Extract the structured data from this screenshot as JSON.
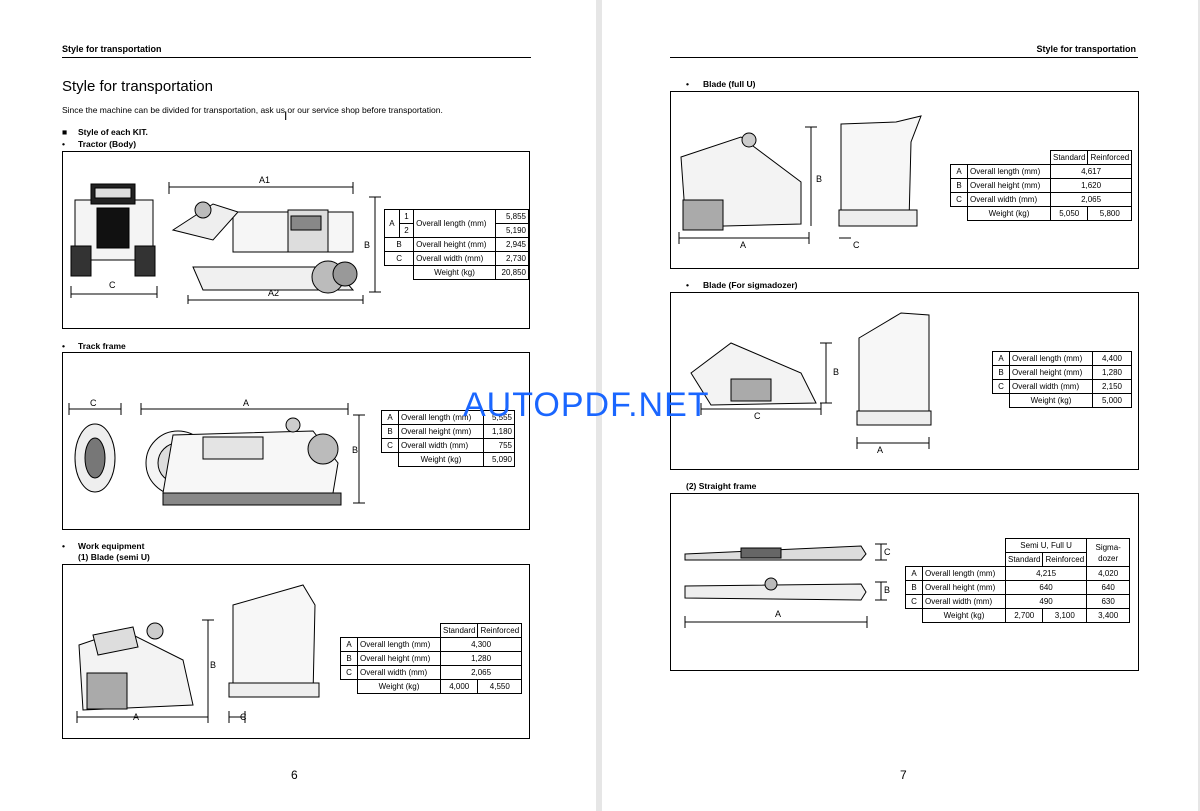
{
  "left_page": {
    "header": "Style for transportation",
    "title": "Style for transportation",
    "intro": "Since the machine can be divided for transportation, ask us or our service shop before transportation.",
    "kit_heading": "Style of each KIT.",
    "bullet": "•",
    "square_bullet": "■",
    "page_number": "6",
    "tractor": {
      "label": "Tractor (Body)",
      "dims": {
        "A1": "A1",
        "A2": "A2",
        "B": "B",
        "C": "C"
      },
      "rows": {
        "a_key": "A",
        "a1": "1",
        "a2": "2",
        "length_label": "Overall length (mm)",
        "a1_val": "5,855",
        "a2_val": "5,190",
        "b_key": "B",
        "height_label": "Overall height (mm)",
        "b_val": "2,945",
        "c_key": "C",
        "width_label": "Overall width (mm)",
        "c_val": "2,730",
        "weight_label": "Weight (kg)",
        "weight_val": "20,850"
      }
    },
    "track_frame": {
      "label": "Track frame",
      "dims": {
        "A": "A",
        "B": "B",
        "C": "C"
      },
      "rows": {
        "a_key": "A",
        "length_label": "Overall length (mm)",
        "a_val": "5,555",
        "b_key": "B",
        "height_label": "Overall height (mm)",
        "b_val": "1,180",
        "c_key": "C",
        "width_label": "Overall width (mm)",
        "c_val": "755",
        "weight_label": "Weight (kg)",
        "weight_val": "5,090"
      }
    },
    "work_equipment": {
      "label": "Work equipment",
      "sub_label": "(1)  Blade (semi U)",
      "dims": {
        "A": "A",
        "B": "B",
        "C": "C"
      },
      "rows": {
        "col_standard": "Standard",
        "col_reinforced": "Reinforced",
        "a_key": "A",
        "length_label": "Overall length (mm)",
        "a_val": "4,300",
        "b_key": "B",
        "height_label": "Overall height (mm)",
        "b_val": "1,280",
        "c_key": "C",
        "width_label": "Overall width (mm)",
        "c_val": "2,065",
        "weight_label": "Weight (kg)",
        "w_std": "4,000",
        "w_rein": "4,550"
      }
    }
  },
  "right_page": {
    "header": "Style for transportation",
    "page_number": "7",
    "bullet": "•",
    "blade_full_u": {
      "label": "Blade (full U)",
      "dims": {
        "A": "A",
        "B": "B",
        "C": "C"
      },
      "rows": {
        "col_standard": "Standard",
        "col_reinforced": "Reinforced",
        "a_key": "A",
        "length_label": "Overall length (mm)",
        "a_val": "4,617",
        "b_key": "B",
        "height_label": "Overall height (mm)",
        "b_val": "1,620",
        "c_key": "C",
        "width_label": "Overall width (mm)",
        "c_val": "2,065",
        "weight_label": "Weight (kg)",
        "w_std": "5,050",
        "w_rein": "5,800"
      }
    },
    "blade_sigma": {
      "label": "Blade (For sigmadozer)",
      "dims": {
        "A": "A",
        "B": "B",
        "C": "C"
      },
      "rows": {
        "a_key": "A",
        "length_label": "Overall length (mm)",
        "a_val": "4,400",
        "b_key": "B",
        "height_label": "Overall height (mm)",
        "b_val": "1,280",
        "c_key": "C",
        "width_label": "Overall width (mm)",
        "c_val": "2,150",
        "weight_label": "Weight (kg)",
        "weight_val": "5,000"
      }
    },
    "straight_frame": {
      "label": "(2)  Straight frame",
      "dims": {
        "A": "A",
        "B": "B",
        "C": "C"
      },
      "rows": {
        "col_group": "Semi U, Full U",
        "col_standard": "Standard",
        "col_reinforced": "Reinforced",
        "col_sigma": "Sigma-dozer",
        "a_key": "A",
        "length_label": "Overall length (mm)",
        "a_val": "4,215",
        "a_sigma": "4,020",
        "b_key": "B",
        "height_label": "Overall height (mm)",
        "b_val": "640",
        "b_sigma": "640",
        "c_key": "C",
        "width_label": "Overall width (mm)",
        "c_val": "490",
        "c_sigma": "630",
        "weight_label": "Weight (kg)",
        "w_std": "2,700",
        "w_rein": "3,100",
        "w_sigma": "3,400"
      }
    }
  },
  "watermark": "AUTOPDF.NET",
  "cursor_glyph": "I"
}
